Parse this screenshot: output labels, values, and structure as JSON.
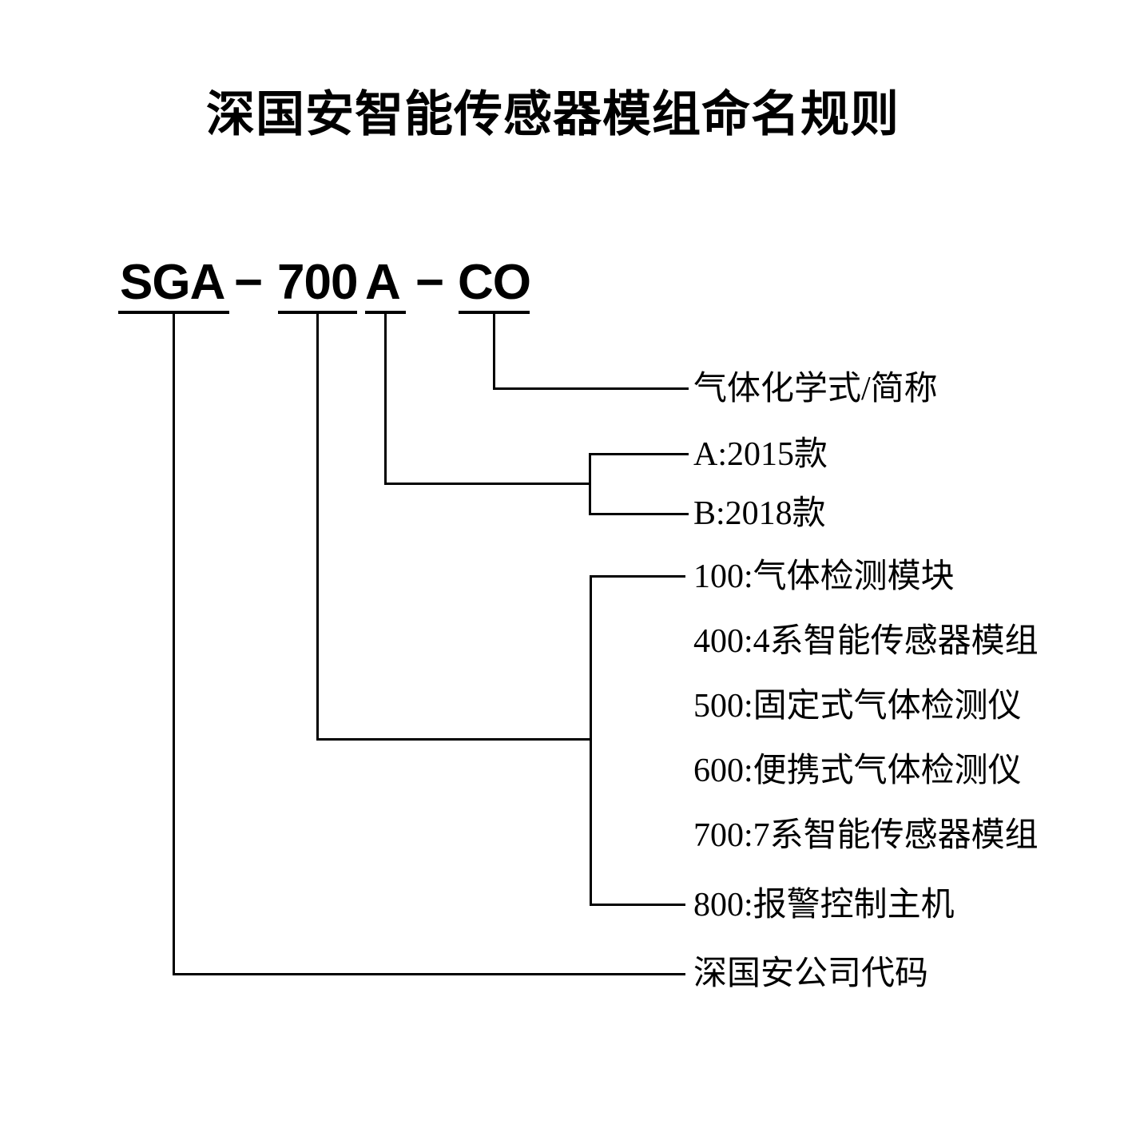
{
  "colors": {
    "foreground": "#000000",
    "background": "#ffffff"
  },
  "title": "深国安智能传感器模组命名规则",
  "product_code": {
    "segments": [
      "SGA",
      "−",
      "700",
      "A",
      "−",
      "CO"
    ]
  },
  "annotations": {
    "gas_formula": "气体化学式/简称",
    "model_year_options": [
      "A:2015款",
      "B:2018款"
    ],
    "series_options": [
      "100:气体检测模块",
      "400:4系智能传感器模组",
      "500:固定式气体检测仪",
      "600:便携式气体检测仪",
      "700:7系智能传感器模组",
      "800:报警控制主机"
    ],
    "company_code": "深国安公司代码"
  }
}
